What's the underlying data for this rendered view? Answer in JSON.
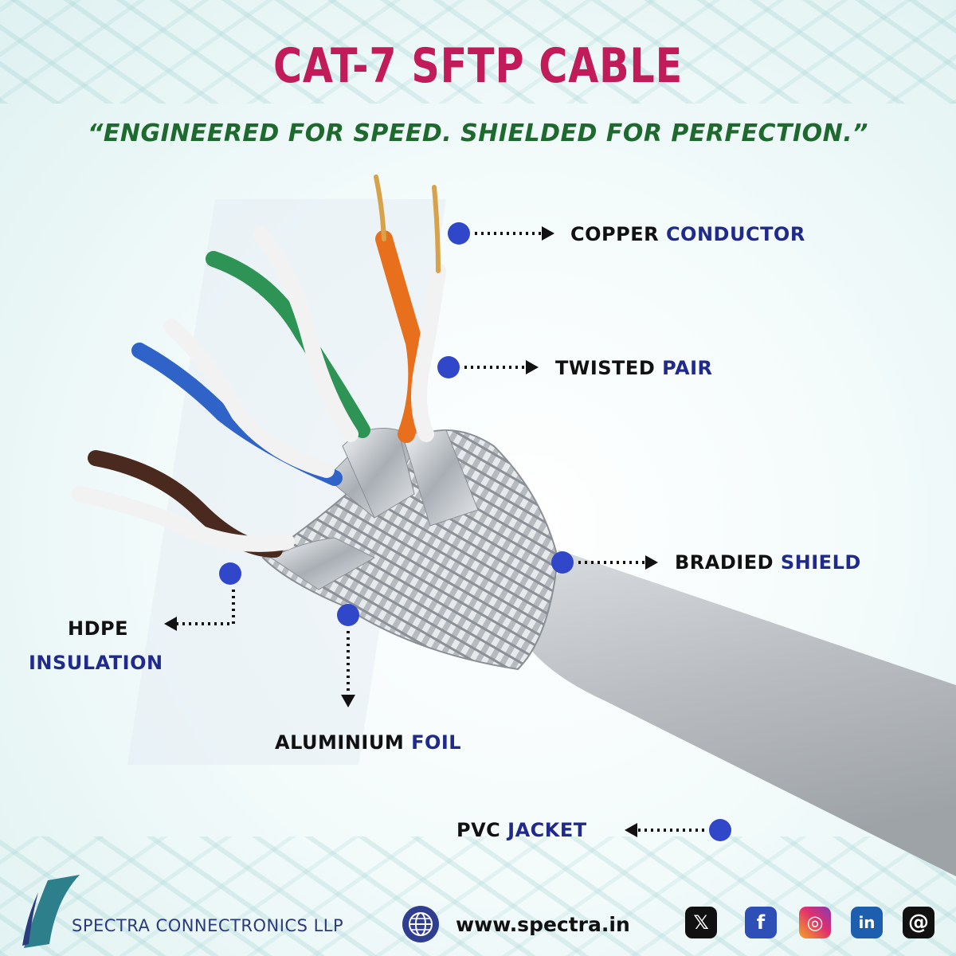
{
  "title": "CAT-7 SFTP CABLE",
  "tagline": "“ENGINEERED FOR SPEED. SHIELDED FOR PERFECTION.”",
  "labels": {
    "copper": {
      "a": "COPPER",
      "b": "CONDUCTOR"
    },
    "twisted": {
      "a": "TWISTED",
      "b": "PAIR"
    },
    "braided": {
      "a": "BRADIED",
      "b": "SHIELD"
    },
    "hdpe": {
      "a": "HDPE",
      "b": "INSULATION"
    },
    "foil": {
      "a": "ALUMINIUM",
      "b": "FOIL"
    },
    "pvc": {
      "a": "PVC",
      "b": "JACKET"
    }
  },
  "footer": {
    "brand": "SPECTRA CONNECTRONICS LLP",
    "url": "www.spectra.in",
    "social": {
      "x": "𝕏",
      "facebook": "f",
      "instagram": "◎",
      "linkedin": "in",
      "threads": "@"
    }
  },
  "colors": {
    "title": "#c21b59",
    "tagline": "#1e6a2e",
    "highlight": "#1f2a8c",
    "marker": "#3047c9"
  }
}
